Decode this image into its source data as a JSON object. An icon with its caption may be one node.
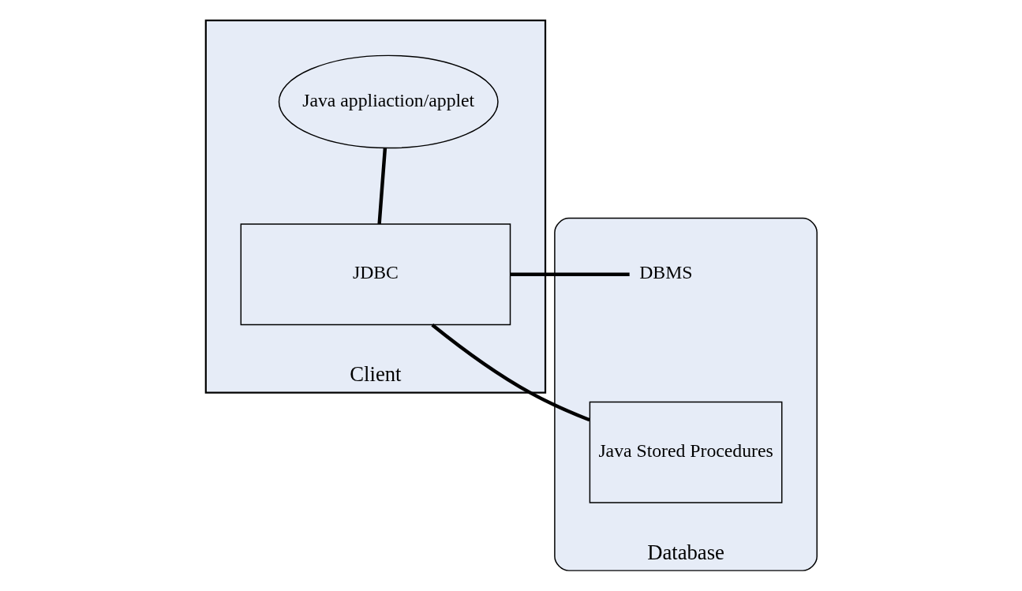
{
  "diagram": {
    "nodes": [
      {
        "text": [
          "Client"
        ]
      },
      {
        "text": [
          "Java appliaction/applet"
        ],
        "in": 0
      },
      {
        "text": [
          "JDBC"
        ],
        "in": 0
      },
      {
        "text": [
          "Database"
        ]
      },
      {
        "text": [
          "DBMS"
        ],
        "in": 3
      },
      {
        "text": [
          "Java Stored Procedures"
        ],
        "in": 3
      }
    ],
    "edges": [
      {
        "from": 1,
        "to": 2,
        "arrow": "none"
      },
      {
        "from": 2,
        "to": 4,
        "arrow": "none"
      },
      {
        "from": 2,
        "to": 5,
        "arrow": "none"
      }
    ]
  }
}
